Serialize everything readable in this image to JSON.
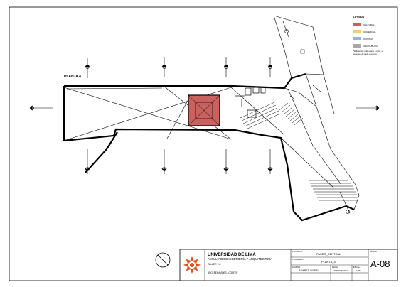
{
  "plan_label": "PLANTA 4",
  "legend": {
    "title": "LEYENDA",
    "items": [
      {
        "label": "CULTURAL",
        "color": "#c9625f"
      },
      {
        "label": "COMERCIAL",
        "color": "#e8d36a"
      },
      {
        "label": "OFICINAS",
        "color": "#8fb8d8"
      },
      {
        "label": "USO PÚBLICO",
        "color": "#a8a8a8"
      }
    ],
    "note_line1": "*Diferenciar más opaco o color, el",
    "note_line2": "volumen de cada proyecto."
  },
  "title_block": {
    "university": "UNIVERSIDAD DE LIMA",
    "faculty": "FACULTAD DE INGENIERÍA Y ARQUITECTURA",
    "course": "TALLER 7-8",
    "professor": "ARQ. BENAVIDES / COLFER",
    "project_label": "PROYECTO",
    "project_value": "PASEO_CENTRAL",
    "content_label": "CONTENIDO",
    "content_value": "PLANTA_4",
    "student_label": "ALUMNO",
    "student_value": "RAMIREZ, VALERIA",
    "date_label": "FECHA",
    "date_value": "SEMESTRE 2023",
    "scale_label": "ESCALA",
    "scale_value": "1/250",
    "sheet_label": "LÁMINA",
    "sheet_number": "A-08"
  }
}
